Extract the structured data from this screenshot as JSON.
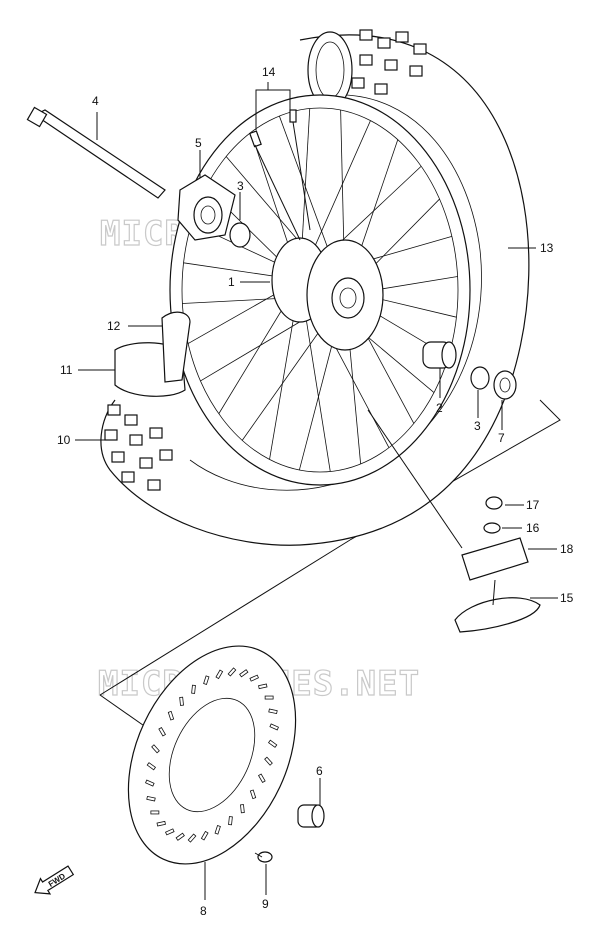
{
  "watermarks": [
    "MICROFICHES.NET",
    "MICROFICHES.NET"
  ],
  "callouts": [
    {
      "id": "c1",
      "label": "1"
    },
    {
      "id": "c2",
      "label": "2"
    },
    {
      "id": "c3a",
      "label": "3"
    },
    {
      "id": "c3b",
      "label": "3"
    },
    {
      "id": "c4",
      "label": "4"
    },
    {
      "id": "c5",
      "label": "5"
    },
    {
      "id": "c6",
      "label": "6"
    },
    {
      "id": "c7",
      "label": "7"
    },
    {
      "id": "c8",
      "label": "8"
    },
    {
      "id": "c9",
      "label": "9"
    },
    {
      "id": "c10",
      "label": "10"
    },
    {
      "id": "c11",
      "label": "11"
    },
    {
      "id": "c12",
      "label": "12"
    },
    {
      "id": "c13",
      "label": "13"
    },
    {
      "id": "c14",
      "label": "14"
    },
    {
      "id": "c15",
      "label": "15"
    },
    {
      "id": "c16",
      "label": "16"
    },
    {
      "id": "c17",
      "label": "17"
    },
    {
      "id": "c18",
      "label": "18"
    }
  ],
  "direction_marker": {
    "label": "FWD",
    "icon": "fwd-arrow-icon"
  }
}
